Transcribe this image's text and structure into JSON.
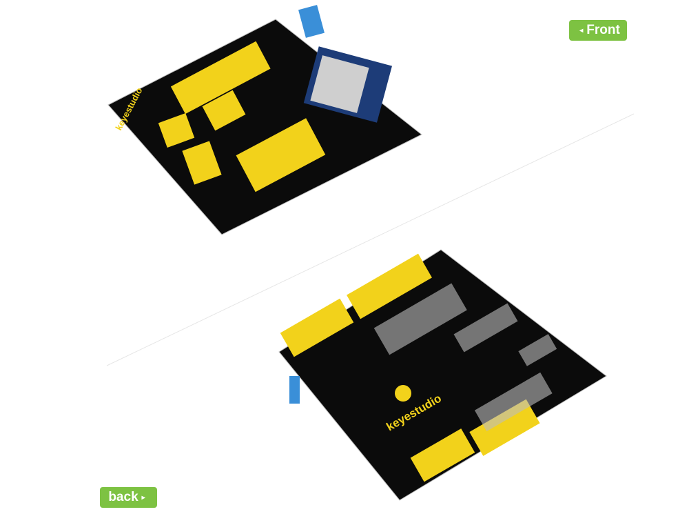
{
  "buttons": {
    "front_label": "Front",
    "back_label": "back",
    "front_icon": "triangle-left-icon",
    "back_icon": "triangle-right-icon",
    "front_arrow": "◂",
    "back_arrow": "▸",
    "color": "#7dc242"
  },
  "images": {
    "front_board_logo": "keyestudio",
    "back_board_logo": "keyestudio",
    "board_color": "#0a0a0a",
    "header_color": "#f2d21b"
  }
}
